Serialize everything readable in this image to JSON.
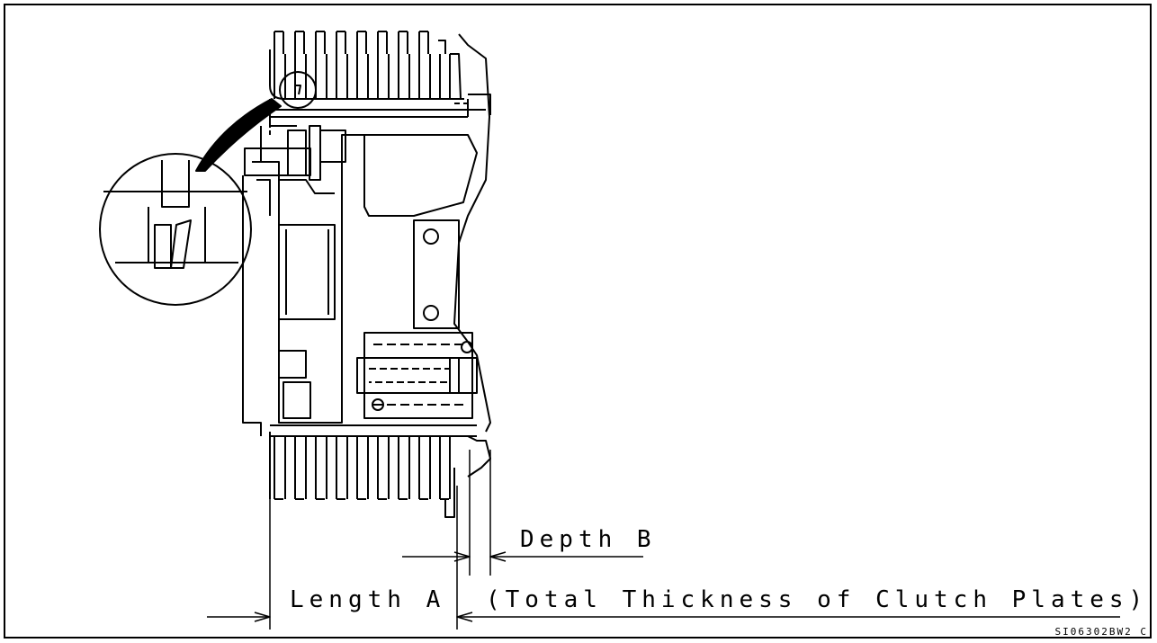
{
  "figure": {
    "label_depth_b": "Depth B",
    "label_length_a": "Length A",
    "label_total_thickness": "(Total Thickness of Clutch Plates)",
    "figure_code": "SI06302BW2 C",
    "line_color": "#000000",
    "background_color": "#ffffff"
  }
}
